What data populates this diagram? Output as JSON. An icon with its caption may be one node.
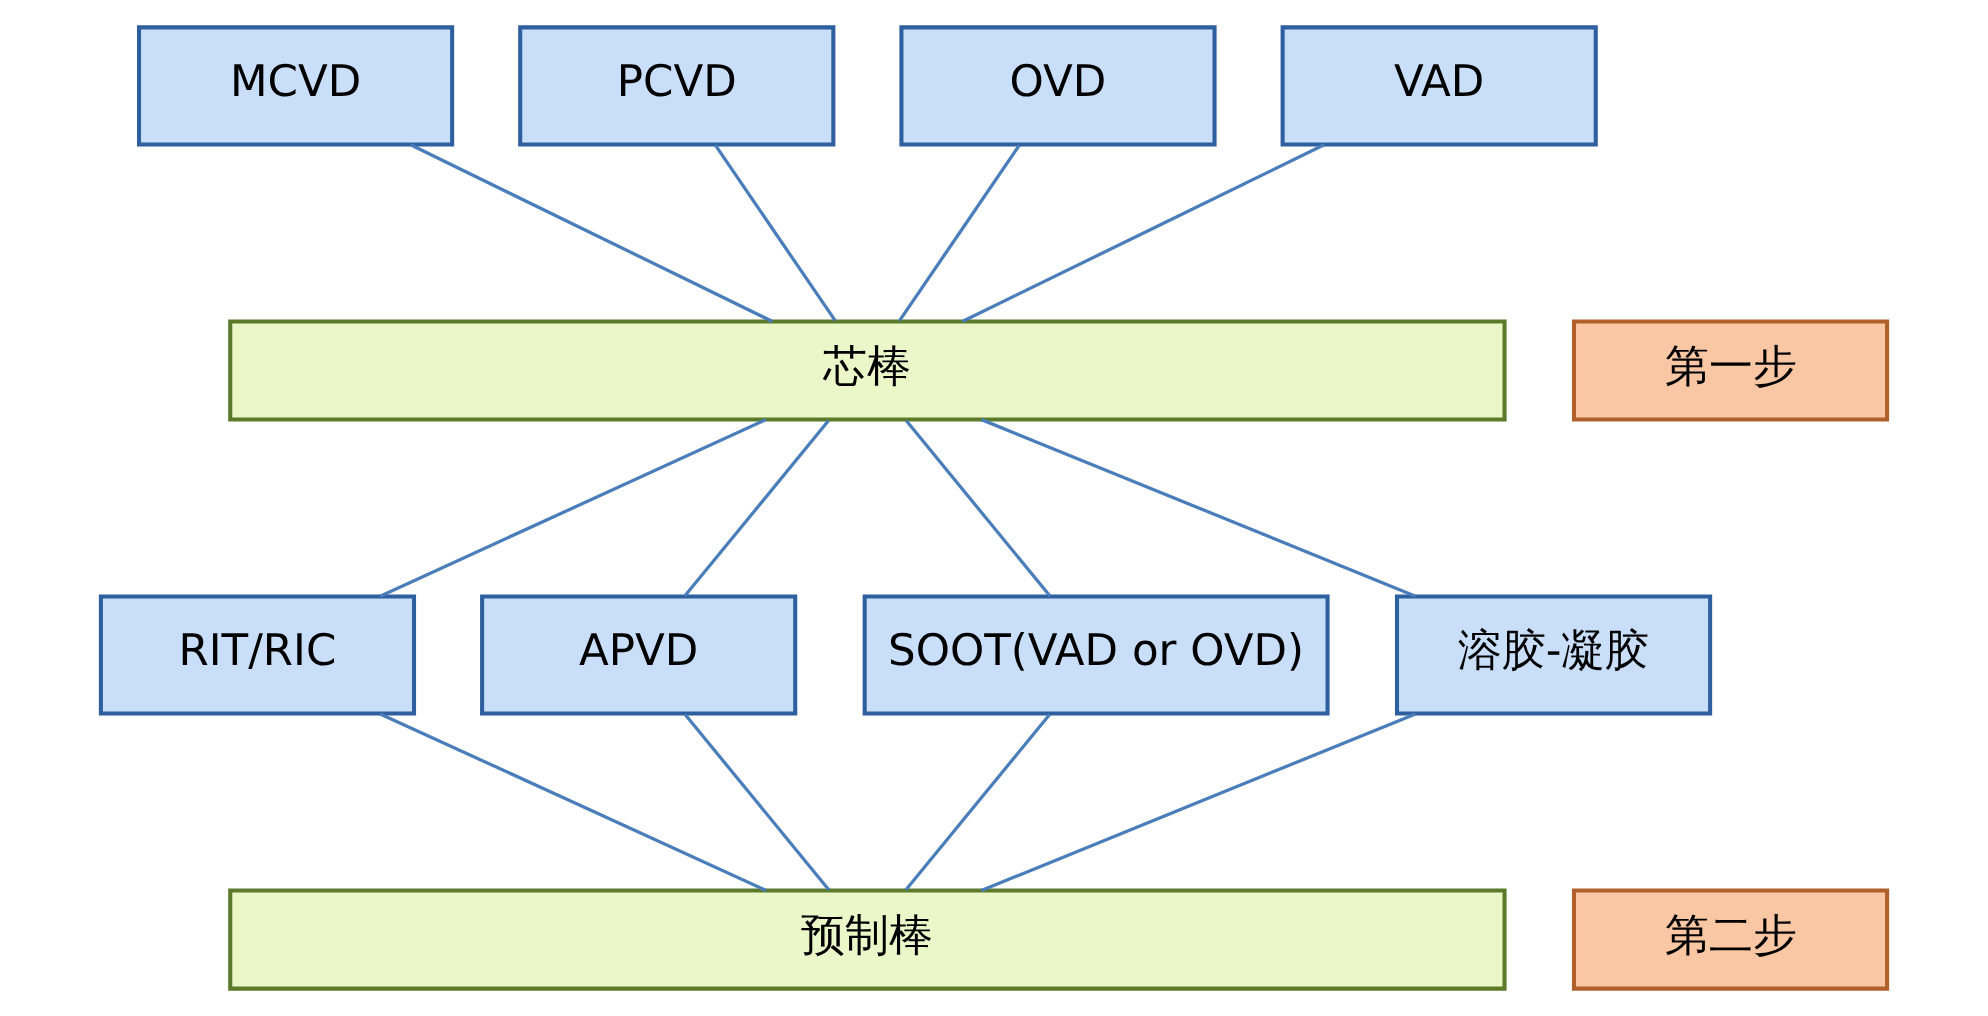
{
  "diagram": {
    "nodes": [
      {
        "text": [
          "MCVD"
        ]
      },
      {
        "text": [
          "PCVD"
        ]
      },
      {
        "text": [
          "OVD"
        ]
      },
      {
        "text": [
          "VAD"
        ]
      },
      {
        "text": [
          "第一步"
        ]
      },
      {
        "text": [
          "芯棒"
        ]
      },
      {
        "text": [
          "RIT/RIC"
        ]
      },
      {
        "text": [
          "APVD"
        ]
      },
      {
        "text": [
          "SOOT(VAD or OVD)"
        ]
      },
      {
        "text": [
          "溶胶-凝胶"
        ]
      },
      {
        "text": [
          "第二步"
        ]
      },
      {
        "text": [
          "预制棒"
        ]
      }
    ],
    "edges": [
      {
        "from": 0,
        "to": 5,
        "arrow": "none"
      },
      {
        "from": 1,
        "to": 5,
        "arrow": "none"
      },
      {
        "from": 2,
        "to": 5,
        "arrow": "none"
      },
      {
        "from": 3,
        "to": 5,
        "arrow": "none"
      },
      {
        "from": 5,
        "to": 6,
        "arrow": "none"
      },
      {
        "from": 5,
        "to": 7,
        "arrow": "none"
      },
      {
        "from": 5,
        "to": 8,
        "arrow": "none"
      },
      {
        "from": 5,
        "to": 9,
        "arrow": "none"
      },
      {
        "from": 6,
        "to": 11,
        "arrow": "none"
      },
      {
        "from": 7,
        "to": 11,
        "arrow": "none"
      },
      {
        "from": 8,
        "to": 11,
        "arrow": "none"
      },
      {
        "from": 9,
        "to": 11,
        "arrow": "none"
      }
    ]
  }
}
